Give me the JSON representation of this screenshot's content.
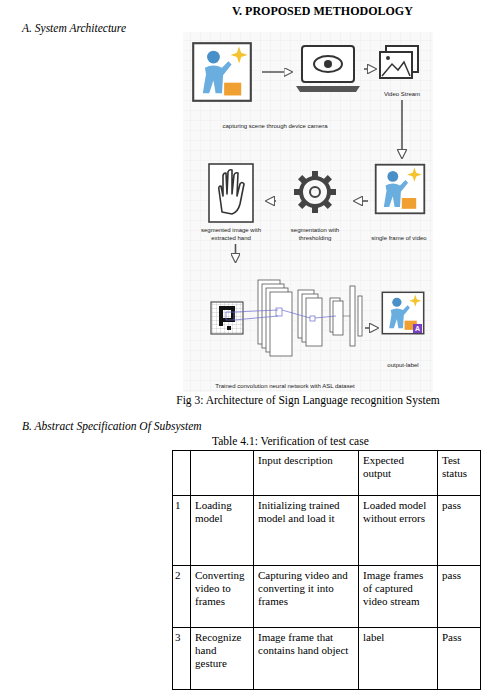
{
  "diagram": {
    "title": "V. PROPOSED METHODOLOGY",
    "caption": "Fig 3: Architecture of Sign Language recognition System",
    "nodes": [
      {
        "text": [
          "capturing scene through device camera"
        ]
      },
      {
        "text": [
          "Video Stream"
        ]
      },
      {
        "text": [
          "single frame of video"
        ]
      },
      {
        "text": [
          "segmentation with thresholding"
        ]
      },
      {
        "text": [
          "segmented image with extracted hand"
        ]
      },
      {
        "text": [
          "Trained convolution neural network with ASL dataset"
        ]
      },
      {
        "text": [
          "output-label"
        ]
      }
    ],
    "edges": [
      {
        "from": 0,
        "to": 1,
        "arrow": "to"
      },
      {
        "from": 1,
        "to": 2,
        "arrow": "to"
      },
      {
        "from": 2,
        "to": 3,
        "arrow": "to"
      },
      {
        "from": 3,
        "to": 4,
        "arrow": "to"
      },
      {
        "from": 4,
        "to": 5,
        "arrow": "to"
      },
      {
        "from": 5,
        "to": 6,
        "arrow": "to"
      }
    ],
    "labels": [
      "A. System Architecture",
      "A",
      "B. Abstract Specification Of Subsystem",
      "Table 4.1: Verification of test case",
      "Input description",
      "Expected output",
      "Test status",
      "1",
      "Loading model",
      "Initializing trained model and load it",
      "Loaded model without errors",
      "pass",
      "2",
      "Converting video to frames",
      "Capturing video and converting it into frames",
      "Image frames of captured video stream",
      "pass",
      "3",
      "Recognize hand gesture",
      "Image frame that contains hand object",
      "label",
      "Pass"
    ]
  }
}
